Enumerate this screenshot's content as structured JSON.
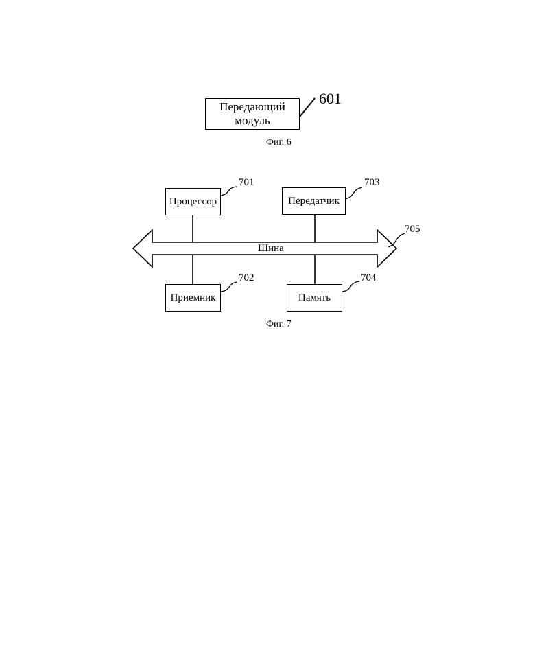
{
  "fig6": {
    "module": {
      "line1": "Передающий",
      "line2": "модуль",
      "ref": "601"
    },
    "caption": "Фиг. 6"
  },
  "fig7": {
    "processor": {
      "label": "Процессор",
      "ref": "701"
    },
    "receiver": {
      "label": "Приемник",
      "ref": "702"
    },
    "transmitter": {
      "label": "Передатчик",
      "ref": "703"
    },
    "memory": {
      "label": "Память",
      "ref": "704"
    },
    "bus": {
      "label": "Шина",
      "ref": "705"
    },
    "caption": "Фиг. 7"
  }
}
